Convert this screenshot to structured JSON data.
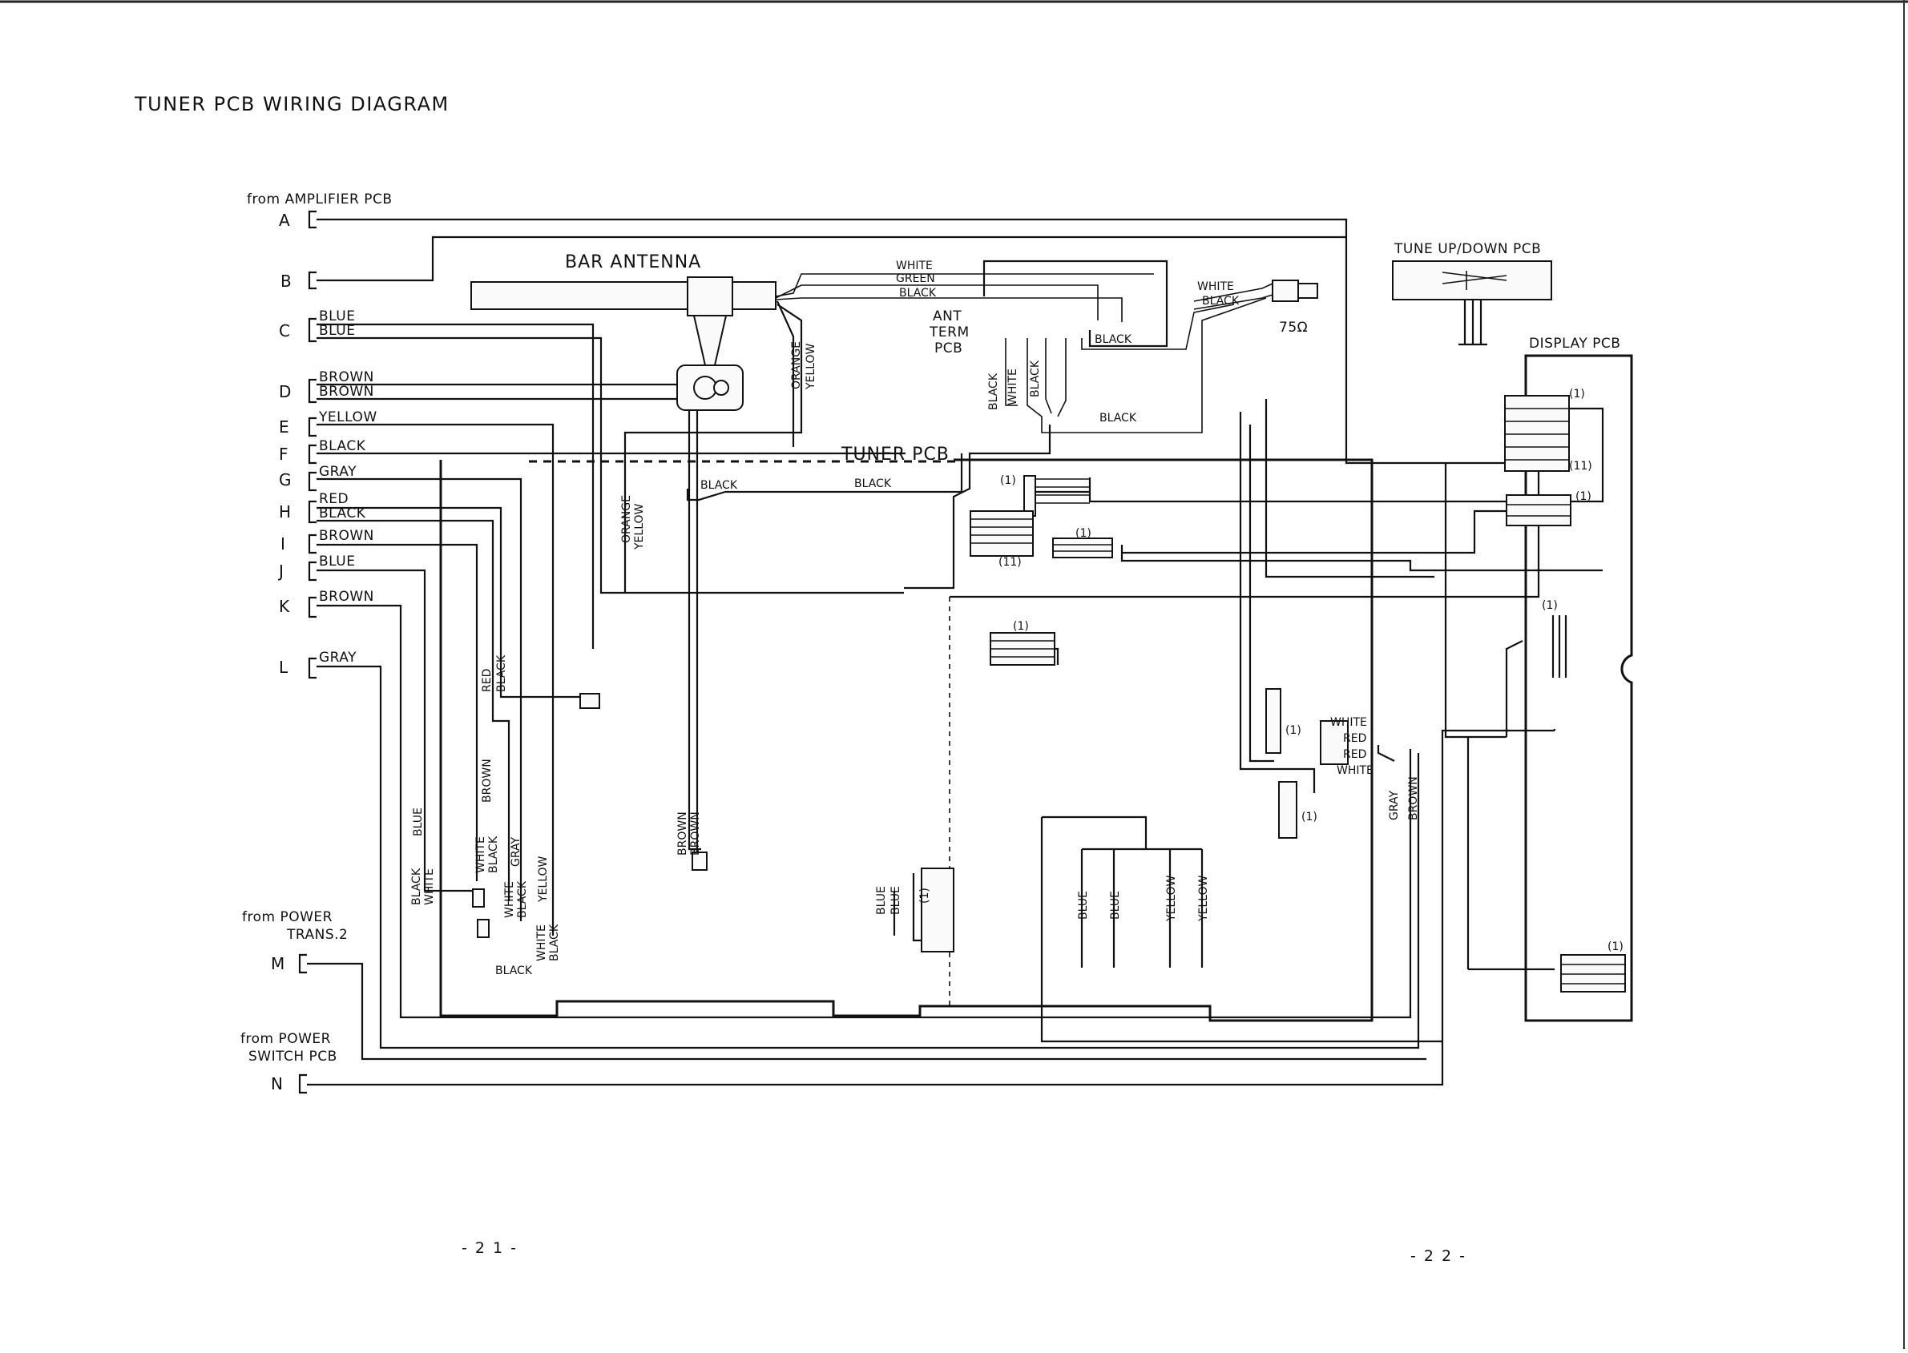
{
  "title": "TUNER  PCB WIRING DIAGRAM",
  "sources": {
    "amplifier": "from AMPLIFIER PCB",
    "power_trans": [
      "from POWER",
      "TRANS.2"
    ],
    "power_switch": [
      "from POWER",
      "SWITCH PCB"
    ]
  },
  "pins": [
    "A",
    "B",
    "C",
    "D",
    "E",
    "F",
    "G",
    "H",
    "I",
    "J",
    "K",
    "L",
    "M",
    "N"
  ],
  "pin_wires": {
    "C": [
      "BLUE",
      "BLUE"
    ],
    "D": [
      "BROWN",
      "BROWN"
    ],
    "E": [
      "YELLOW"
    ],
    "F": [
      "BLACK"
    ],
    "G": [
      "GRAY"
    ],
    "H": [
      "RED",
      "BLACK"
    ],
    "I": [
      "BROWN"
    ],
    "J": [
      "BLUE"
    ],
    "K": [
      "BROWN"
    ],
    "L": [
      "GRAY"
    ]
  },
  "boards": {
    "bar_antenna": "BAR ANTENNA",
    "ant_term": [
      "ANT",
      "TERM",
      "PCB"
    ],
    "tuner_pcb": "TUNER PCB",
    "tune_updown": "TUNE UP/DOWN PCB",
    "display_pcb": "DISPLAY PCB"
  },
  "antenna_wires": [
    "WHITE",
    "GREEN",
    "BLACK"
  ],
  "coax": {
    "wires": [
      "WHITE",
      "BLACK"
    ],
    "impedance": "75Ω"
  },
  "wire_labels": {
    "black": "BLACK",
    "white": "WHITE",
    "orange": "ORANGE",
    "yellow": "YELLOW",
    "blue": "BLUE",
    "brown": "BROWN",
    "red": "RED",
    "gray": "GRAY"
  },
  "connector_marks": {
    "one": "(1)",
    "eleven": "(11)"
  },
  "page_numbers": [
    "- 2 1 -",
    "- 2 2 -"
  ]
}
